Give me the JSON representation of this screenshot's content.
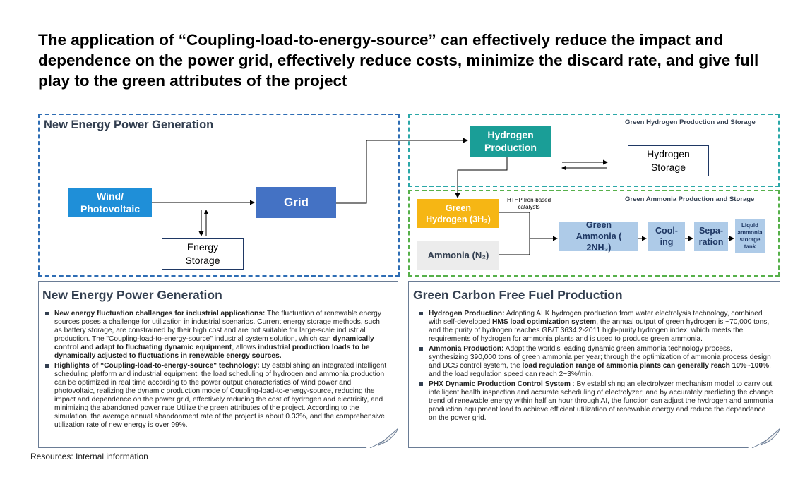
{
  "title": "The application of “Coupling-load-to-energy-source” can effectively reduce the impact and dependence on the power grid, effectively reduce costs, minimize the discard rate, and give full play to the green attributes of the project",
  "diagram": {
    "left_section_title": "New Energy Power Generation",
    "hydrogen_section_title": "Green Hydrogen Production and Storage",
    "ammonia_section_title": "Green Ammonia Production and Storage",
    "wind_pv": "Wind/ Photovoltaic",
    "grid": "Grid",
    "energy_storage": "Energy Storage",
    "hydrogen_production": "Hydrogen Production",
    "hydrogen_storage": "Hydrogen Storage",
    "green_hydrogen": "Green Hydrogen (3H₂)",
    "ammonia_n2": "Ammonia (N₂)",
    "hthp_note": "HTHP Iron-based catalysts",
    "green_ammonia": "Green Ammonia ( 2NH₃)",
    "cooling": "Cool- ing",
    "separation": "Sepa- ration",
    "liquid_tank": "Liquid ammonia storage tank"
  },
  "left_panel": {
    "title": "New Energy Power Generation",
    "bullets": [
      {
        "segments": [
          {
            "b": true,
            "t": "New energy fluctuation challenges for industrial applications:"
          },
          {
            "b": false,
            "t": " The fluctuation of renewable energy sources poses a challenge for utilization in industrial scenarios. Current energy storage methods, such as battery storage, are constrained by their high cost and are not suitable for large-scale industrial production. The \"Coupling-load-to-energy-source\" industrial system solution, which can "
          },
          {
            "b": true,
            "t": "dynamically control and adapt to fluctuating dynamic equipment"
          },
          {
            "b": false,
            "t": ", allows "
          },
          {
            "b": true,
            "t": "industrial production loads to be dynamically adjusted to fluctuations in renewable energy sources."
          }
        ]
      },
      {
        "segments": [
          {
            "b": true,
            "t": "Highlights of “Coupling-load-to-energy-source\" technology:"
          },
          {
            "b": false,
            "t": " By establishing an integrated intelligent scheduling platform and industrial equipment, the load scheduling of hydrogen and ammonia production can be optimized in real time according to the power output characteristics of wind power and photovoltaic, realizing the dynamic production mode of Coupling-load-to-energy-source, reducing the impact and dependence on the power grid, effectively reducing the cost of hydrogen and electricity, and minimizing the abandoned power rate Utilize the green attributes of the project. According to the simulation, the average annual abandonment rate of the project is about 0.33%, and the comprehensive utilization rate of new energy is over 99%."
          }
        ]
      }
    ]
  },
  "right_panel": {
    "title": "Green Carbon Free Fuel Production",
    "bullets": [
      {
        "segments": [
          {
            "b": true,
            "t": "Hydrogen Production:"
          },
          {
            "b": false,
            "t": " Adopting ALK hydrogen production from water electrolysis technology, combined with self-developed "
          },
          {
            "b": true,
            "t": "HMS load optimization system"
          },
          {
            "b": false,
            "t": ", the annual output of green hydrogen is ~70,000 tons, and the purity of hydrogen reaches GB/T 3634.2-2011 high-purity hydrogen index, which meets the requirements of hydrogen for ammonia plants and is used to produce green ammonia."
          }
        ]
      },
      {
        "segments": [
          {
            "b": true,
            "t": "Ammonia Production:"
          },
          {
            "b": false,
            "t": " Adopt the world's leading dynamic green ammonia technology process, synthesizing 390,000 tons of green ammonia per year; through the optimization of ammonia process design and DCS control system, the "
          },
          {
            "b": true,
            "t": "load regulation range of ammonia plants can generally reach 10%~100%"
          },
          {
            "b": false,
            "t": ", and the load regulation speed can reach 2~3%/min."
          }
        ]
      },
      {
        "segments": [
          {
            "b": true,
            "t": "PHX Dynamic Production Control System"
          },
          {
            "b": false,
            "t": " : By establishing an electrolyzer mechanism model to carry out intelligent health inspection and accurate scheduling of electrolyzer; and by accurately predicting the change trend of renewable energy within half an hour through AI, the function can  adjust the hydrogen and ammonia production equipment load to achieve efficient utilization of renewable energy and reduce the dependence on the power grid."
          }
        ]
      }
    ]
  },
  "footer": "Resources: Internal information",
  "colors": {
    "blue_dash": "#2e6db4",
    "teal_dash": "#2ba8a8",
    "green_dash": "#56b04a",
    "wind_box": "#1f8fd8",
    "grid_box": "#4472c4",
    "hydrogen_box": "#1a9e97",
    "green_hydrogen_box": "#f6b614",
    "light_blue_box": "#aecbe8"
  }
}
